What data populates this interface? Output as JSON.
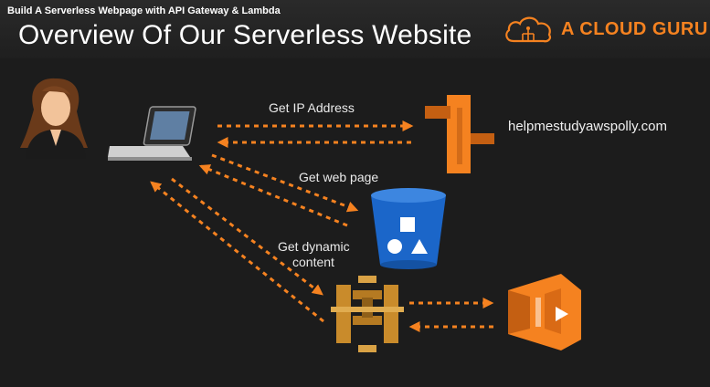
{
  "header": {
    "video_title": "Build A Serverless Webpage with API Gateway & Lambda",
    "slide_title": "Overview Of Our Serverless Website",
    "brand": "A CLOUD GURU"
  },
  "diagram": {
    "labels": {
      "get_ip": "Get IP Address",
      "get_web_page": "Get web page",
      "get_dynamic_line1": "Get dynamic",
      "get_dynamic_line2": "content"
    },
    "domain": "helpmestudyawspolly.com",
    "nodes": [
      "user-icon",
      "laptop-icon",
      "route53-icon",
      "s3-bucket-icon",
      "api-gateway-icon",
      "lambda-icon"
    ]
  },
  "colors": {
    "background": "#1c1c1c",
    "arrow": "#f58220",
    "aws_orange": "#f58220",
    "s3_blue": "#1b66c9",
    "api_gold": "#c98b2b",
    "brand": "#f58220"
  }
}
